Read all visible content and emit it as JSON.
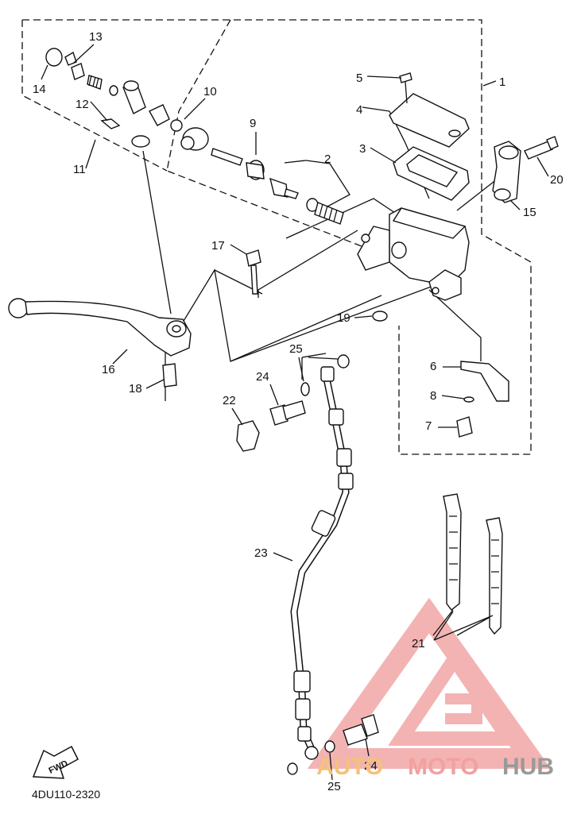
{
  "diagram": {
    "code": "4DU110-2320",
    "fwd_label": "FWD"
  },
  "callouts": [
    {
      "id": "1",
      "text": "1"
    },
    {
      "id": "2",
      "text": "2"
    },
    {
      "id": "3",
      "text": "3"
    },
    {
      "id": "4",
      "text": "4"
    },
    {
      "id": "5",
      "text": "5"
    },
    {
      "id": "6",
      "text": "6"
    },
    {
      "id": "7",
      "text": "7"
    },
    {
      "id": "8",
      "text": "8"
    },
    {
      "id": "9",
      "text": "9"
    },
    {
      "id": "10",
      "text": "10"
    },
    {
      "id": "11",
      "text": "11"
    },
    {
      "id": "12",
      "text": "12"
    },
    {
      "id": "13",
      "text": "13"
    },
    {
      "id": "14",
      "text": "14"
    },
    {
      "id": "15",
      "text": "15"
    },
    {
      "id": "16",
      "text": "16"
    },
    {
      "id": "17",
      "text": "17"
    },
    {
      "id": "18",
      "text": "18"
    },
    {
      "id": "19",
      "text": "19"
    },
    {
      "id": "20",
      "text": "20"
    },
    {
      "id": "21",
      "text": "21"
    },
    {
      "id": "22",
      "text": "22"
    },
    {
      "id": "23",
      "text": "23"
    },
    {
      "id": "24a",
      "text": "24"
    },
    {
      "id": "24b",
      "text": "24"
    },
    {
      "id": "25a",
      "text": "25"
    },
    {
      "id": "25b",
      "text": "25"
    }
  ],
  "watermark": {
    "brand_part1": "AUTO",
    "brand_part2": "MOTO",
    "brand_part3": "HUB",
    "colors": {
      "red": "#f0a0a0",
      "orange": "#f4c27a",
      "gray": "#9a9a9a"
    }
  }
}
